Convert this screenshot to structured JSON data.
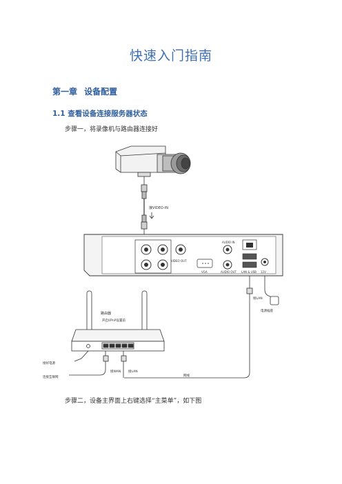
{
  "document": {
    "title": "快速入门指南",
    "chapter": "第一章   设备配置",
    "section": "1.1 查看设备连接服务器状态",
    "step1": "步骤一，将录像机与路由器连接好",
    "step2": "步骤二，设备主界面上右键选择“主菜单”，如下图"
  },
  "diagram": {
    "label_video_in": "接VIDEO-IN",
    "video_out": "VIDEO OUT",
    "vga": "VGA",
    "audio_in": "AUDIO IN",
    "audio_out": "AUDIO OUT",
    "lan_usb": "LAN & USB",
    "dc": "12V",
    "label_lan_nvr": "接LAN",
    "power_adapter": "电源插座",
    "router": "路由器",
    "router_sub": "开启UPnP设置前",
    "router_power": "接好电源",
    "wan": "接WAN",
    "lan": "接LAN",
    "internet": "连接互联网",
    "cable": "网线"
  }
}
